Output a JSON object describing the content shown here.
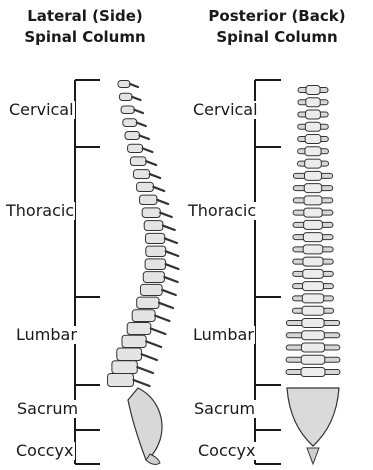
{
  "lateral": {
    "title_line1": "Lateral (Side)",
    "title_line2": "Spinal Column",
    "labels": {
      "cervical": "Cervical",
      "thoracic": "Thoracic",
      "lumbar": "Lumbar",
      "sacrum": "Sacrum",
      "coccyx": "Coccyx"
    }
  },
  "posterior": {
    "title_line1": "Posterior (Back)",
    "title_line2": "Spinal Column",
    "labels": {
      "cervical": "Cervical",
      "thoracic": "Thoracic",
      "lumbar": "Lumbar",
      "sacrum": "Sacrum",
      "coccyx": "Coccyx"
    }
  }
}
